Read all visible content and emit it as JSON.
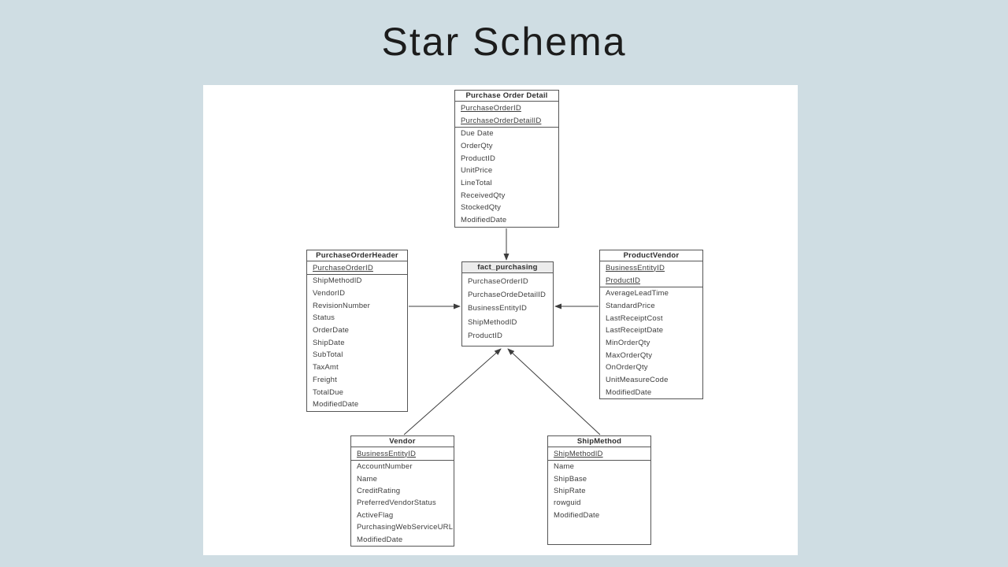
{
  "page": {
    "title": "Star Schema"
  },
  "colors": {
    "slide_background": "#cfdde3",
    "panel_background": "#ffffff",
    "table_border": "#565656",
    "table_text": "#3d3d3d",
    "fact_header_background": "#ececec",
    "connector": "#3d3d3d"
  },
  "tables": {
    "purchase_order_detail": {
      "title": "Purchase Order Detail",
      "keys": [
        "PurchaseOrderID",
        "PurchaseOrderDetailID"
      ],
      "attributes": [
        "Due Date",
        "OrderQty",
        "ProductID",
        "UnitPrice",
        "LineTotal",
        "ReceivedQty",
        "StockedQty",
        "ModifiedDate"
      ]
    },
    "purchase_order_header": {
      "title": "PurchaseOrderHeader",
      "keys": [
        "PurchaseOrderID"
      ],
      "attributes": [
        "ShipMethodID",
        "VendorID",
        "RevisionNumber",
        "Status",
        "OrderDate",
        "ShipDate",
        "SubTotal",
        "TaxAmt",
        "Freight",
        "TotalDue",
        "ModifiedDate"
      ]
    },
    "fact_purchasing": {
      "title": "fact_purchasing",
      "keys": [],
      "attributes": [
        "PurchaseOrderID",
        "PurchaseOrdeDetailID",
        "BusinessEntityID",
        "ShipMethodID",
        "ProductID"
      ]
    },
    "product_vendor": {
      "title": "ProductVendor",
      "keys": [
        "BusinessEntityID",
        "ProductID"
      ],
      "attributes": [
        "AverageLeadTime",
        "StandardPrice",
        "LastReceiptCost",
        "LastReceiptDate",
        "MinOrderQty",
        "MaxOrderQty",
        "OnOrderQty",
        "UnitMeasureCode",
        "ModifiedDate"
      ]
    },
    "vendor": {
      "title": "Vendor",
      "keys": [
        "BusinessEntityID"
      ],
      "attributes": [
        "AccountNumber",
        "Name",
        "CreditRating",
        "PreferredVendorStatus",
        "ActiveFlag",
        "PurchasingWebServiceURL",
        "ModifiedDate"
      ]
    },
    "ship_method": {
      "title": "ShipMethod",
      "keys": [
        "ShipMethodID"
      ],
      "attributes": [
        "Name",
        "ShipBase",
        "ShipRate",
        "rowguid",
        "ModifiedDate"
      ]
    }
  },
  "relationships": [
    {
      "from": "Purchase Order Detail",
      "to": "fact_purchasing"
    },
    {
      "from": "PurchaseOrderHeader",
      "to": "fact_purchasing"
    },
    {
      "from": "ProductVendor",
      "to": "fact_purchasing"
    },
    {
      "from": "Vendor",
      "to": "fact_purchasing"
    },
    {
      "from": "ShipMethod",
      "to": "fact_purchasing"
    }
  ]
}
